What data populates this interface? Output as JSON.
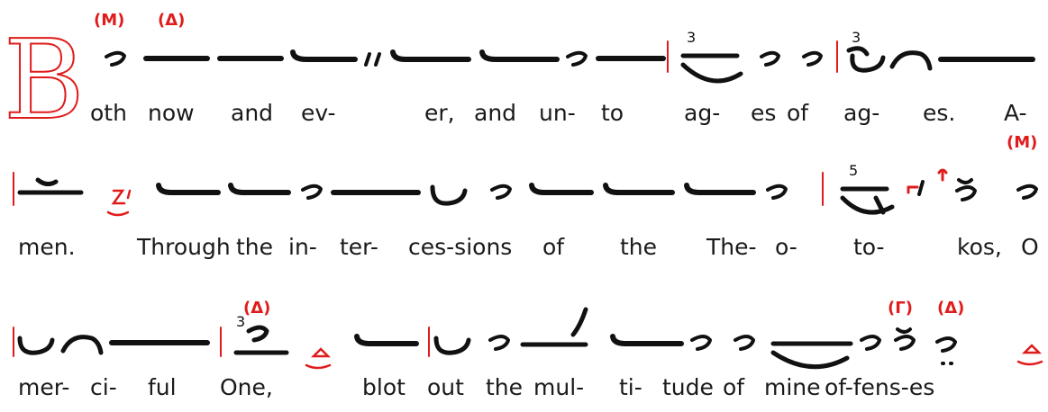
{
  "initial_letter": "B",
  "lines": [
    {
      "syllables": [
        "oth",
        "now",
        "and",
        "ev-",
        "er,",
        "and",
        "un-",
        "to",
        "ag-",
        "es",
        "of",
        "ag-",
        "es.",
        "A-"
      ],
      "annotations": [
        "(M)",
        "(Δ)"
      ],
      "beat_numbers": [
        "3",
        "3"
      ]
    },
    {
      "syllables": [
        "men.",
        "Through",
        "the",
        "in-",
        "ter-",
        "ces-sions",
        "of",
        "the",
        "The-",
        "o-",
        "to-",
        "kos,",
        "O"
      ],
      "annotations": [
        "(M)"
      ],
      "beat_numbers": [
        "5"
      ]
    },
    {
      "syllables": [
        "mer-",
        "ci-",
        "ful",
        "One,",
        "blot",
        "out",
        "the",
        "mul-",
        "ti-",
        "tude",
        "of",
        "mine",
        "of-fens-es"
      ],
      "annotations": [
        "(Δ)",
        "(Γ)",
        "(Δ)"
      ],
      "beat_numbers": [
        "3"
      ]
    }
  ],
  "colors": {
    "ink": "#111111",
    "red": "#e01b1b"
  }
}
